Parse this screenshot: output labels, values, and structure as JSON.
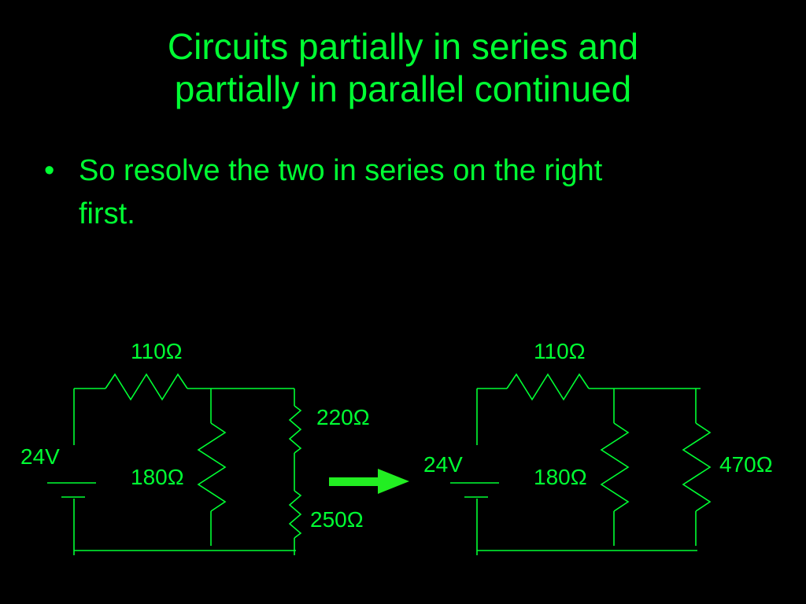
{
  "slide": {
    "title_line1": "Circuits partially in series and",
    "title_line2": "partially in parallel continued",
    "bullets": [
      {
        "dot": "•",
        "line1": "So resolve the two in series on the right",
        "line2": "first."
      }
    ]
  },
  "colors": {
    "background": "#000000",
    "text": "#00ff33",
    "wire": "#00ff33",
    "arrow": "#22ee22"
  },
  "circuit_left": {
    "source_label": "24V",
    "r_top_label": "110Ω",
    "r_middle_label": "180Ω",
    "r_right_top_label": "220Ω",
    "r_right_bottom_label": "250Ω"
  },
  "circuit_right": {
    "source_label": "24V",
    "r_top_label": "110Ω",
    "r_middle_label": "180Ω",
    "r_right_label": "470Ω"
  },
  "transition_arrow": "arrow-right-icon"
}
